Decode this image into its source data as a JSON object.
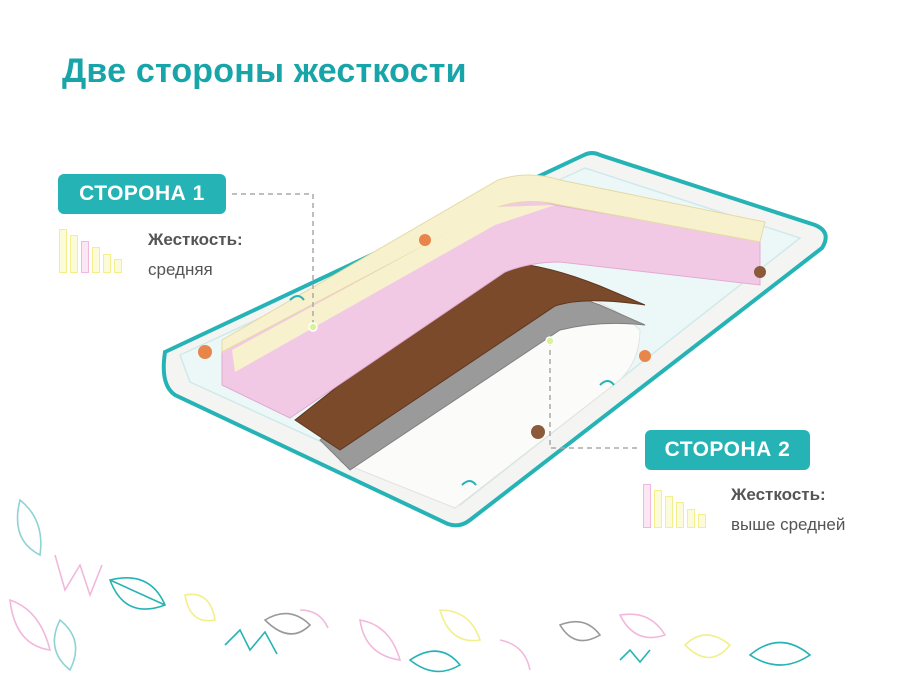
{
  "title": "Две стороны жесткости",
  "side1": {
    "badge": "СТОРОНА 1",
    "label": "Жесткость:",
    "value": "средняя",
    "level": 0.6,
    "bars": [
      {
        "color": "#f3ef8c",
        "level": 1.0
      },
      {
        "color": "#f3ef8c",
        "level": 0.86
      },
      {
        "color": "#f2b8dc",
        "level": 0.72
      },
      {
        "color": "#f3ef8c",
        "level": 0.58
      },
      {
        "color": "#f3ef8c",
        "level": 0.44
      },
      {
        "color": "#f3ef8c",
        "level": 0.32
      }
    ]
  },
  "side2": {
    "badge": "СТОРОНА 2",
    "label": "Жесткость:",
    "value": "выше средней",
    "level": 0.75,
    "bars": [
      {
        "color": "#f2b8dc",
        "level": 1.0
      },
      {
        "color": "#f3ef8c",
        "level": 0.86
      },
      {
        "color": "#f3ef8c",
        "level": 0.72
      },
      {
        "color": "#f3ef8c",
        "level": 0.58
      },
      {
        "color": "#f3ef8c",
        "level": 0.44
      },
      {
        "color": "#f3ef8c",
        "level": 0.32
      }
    ]
  },
  "colors": {
    "accent": "#26b3b5",
    "title": "#18a5a9",
    "latex": "#f7f1cd",
    "foam": "#f2c9e5",
    "coir": "#7a4a2a",
    "felt": "#9a9a9a",
    "cover": "#f4f4f2"
  }
}
